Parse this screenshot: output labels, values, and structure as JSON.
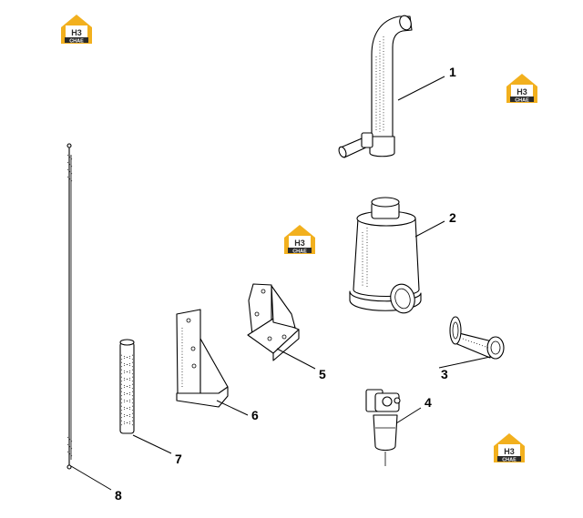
{
  "watermark": {
    "mark": "H3",
    "sub": "CHAE",
    "color_gold": "#f2b01e",
    "color_dark": "#2a2a2a"
  },
  "callouts": [
    {
      "id": "1",
      "label": "1"
    },
    {
      "id": "2",
      "label": "2"
    },
    {
      "id": "3",
      "label": "3"
    },
    {
      "id": "4",
      "label": "4"
    },
    {
      "id": "5",
      "label": "5"
    },
    {
      "id": "6",
      "label": "6"
    },
    {
      "id": "7",
      "label": "7"
    },
    {
      "id": "8",
      "label": "8"
    }
  ]
}
